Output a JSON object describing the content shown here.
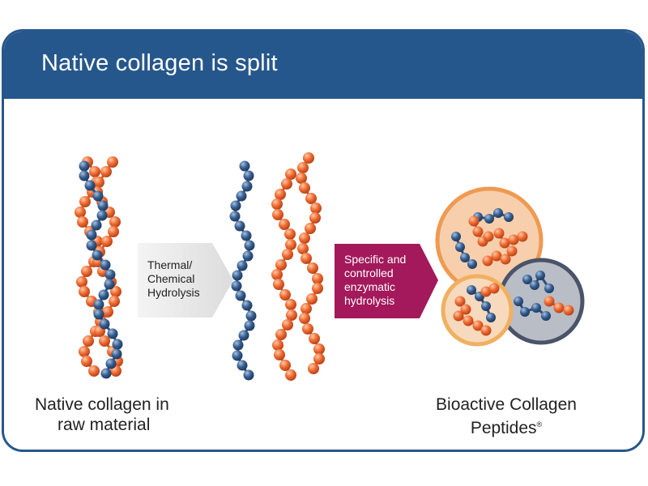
{
  "header": {
    "title": "Native collagen is split"
  },
  "arrows": {
    "thermal": {
      "lines": [
        "Thermal/",
        "Chemical",
        "Hydrolysis"
      ]
    },
    "enzymatic": {
      "lines": [
        "Specific and",
        "controlled",
        "enzymatic",
        "hydrolysis"
      ]
    }
  },
  "captions": {
    "left": {
      "line1": "Native collagen in",
      "line2": "raw material"
    },
    "right": {
      "line1": "Bioactive Collagen",
      "line2": "Peptides",
      "mark": "®"
    }
  },
  "colors": {
    "frame": "#26578c",
    "chain_orange": "#ee6b33",
    "chain_blue": "#365f92",
    "arrow_gray": "#e6e6e6",
    "arrow_magenta": "#a3195b",
    "circle_orange": "#f5c8a4",
    "circle_gray": "#b9bdc6"
  },
  "icons": [
    "collagen-triple-helix-icon",
    "unwound-collagen-chains-icon",
    "peptide-fragment-circles-icon"
  ]
}
